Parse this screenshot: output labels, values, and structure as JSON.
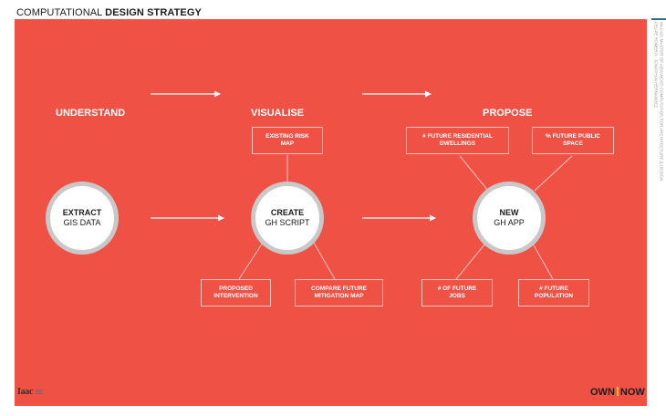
{
  "header": {
    "title_plain": "COMPUTATIONAL ",
    "title_bold": "DESIGN STRATEGY"
  },
  "stages": [
    "UNDERSTAND",
    "VISUALISE",
    "PROPOSE"
  ],
  "nodes": {
    "extract": {
      "title": "EXTRACT",
      "subtitle": "GIS DATA"
    },
    "create": {
      "title": "CREATE",
      "subtitle": "GH SCRIPT"
    },
    "new": {
      "title": "NEW",
      "subtitle": "GH APP"
    }
  },
  "boxes": {
    "existing_risk": "EXISTING RISK\nMAP",
    "future_residential": "# FUTURE RESIDENTIAL\nDWELLINGS",
    "future_public_space": "% FUTURE PUBLIC\nSPACE",
    "proposed_intervention": "PROPOSED\nINTERVENTION",
    "compare_mitigation": "COMPARE FUTURE\nMITIGATION MAP",
    "future_jobs": "# OF FUTURE\nJOBS",
    "future_population": "# FUTURE\nPOPULATION"
  },
  "footer": {
    "logo": "Iaac",
    "brand_left": "OWN",
    "brand_right": "NOW"
  },
  "side_text": {
    "line1": "MACAD: MASTER OF ADVANCED COMPUTATION FOR ARCHITECTURE & DESIGN",
    "line2": "FELIPE ROMERO · JONATHAN HERNANDEZ"
  },
  "colors": {
    "background": "#ef5245",
    "node_ring": "#c8c8c8",
    "node_fill": "#ffffff",
    "line": "#f8c3bd",
    "accent": "#f3b13a"
  }
}
